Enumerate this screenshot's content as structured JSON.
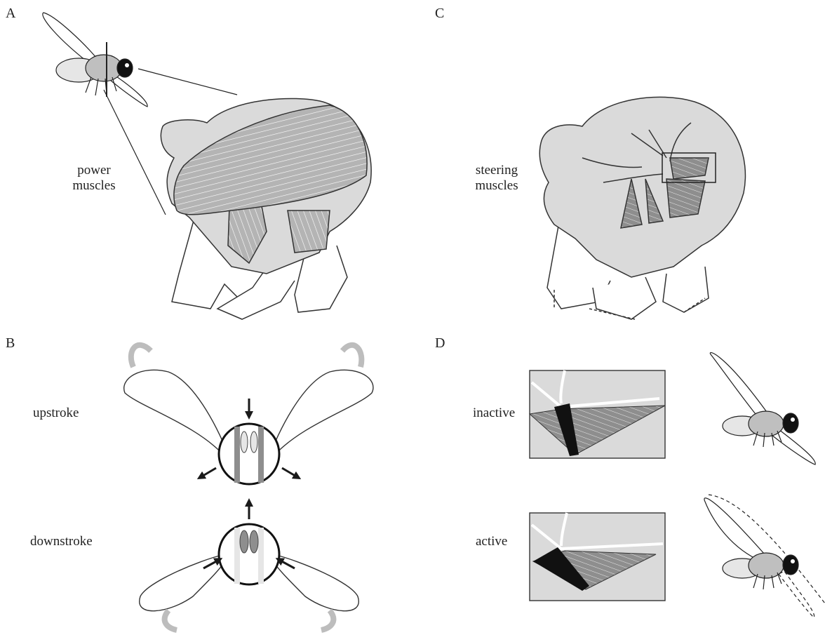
{
  "panels": {
    "A": {
      "letter": "A",
      "label_line1": "power",
      "label_line2": "muscles"
    },
    "B": {
      "letter": "B",
      "upstroke": "upstroke",
      "downstroke": "downstroke"
    },
    "C": {
      "letter": "C",
      "label_line1": "steering",
      "label_line2": "muscles"
    },
    "D": {
      "letter": "D",
      "inactive": "inactive",
      "active": "active"
    }
  },
  "colors": {
    "cuticle": "#dadada",
    "muscle": "#b4b4b4",
    "muscle_dark": "#8a8a8a",
    "arrow_grey": "#bdbdbd",
    "arrow_black": "#1a1a1a",
    "outline": "#333333"
  },
  "icons": [
    "fly-icon",
    "wing-icon",
    "thorax-icon",
    "arrow-icon"
  ]
}
